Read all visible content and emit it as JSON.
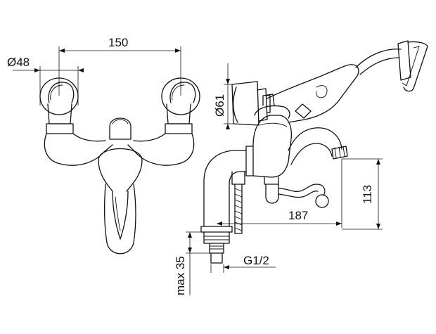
{
  "dimensions": {
    "width_between_inlets": "150",
    "inlet_diameter": "Ø48",
    "handshower_holder_diameter": "Ø61",
    "spout_height": "113",
    "spout_reach": "187",
    "max_deck_thickness": "max 35",
    "connection_thread": "G1/2"
  }
}
